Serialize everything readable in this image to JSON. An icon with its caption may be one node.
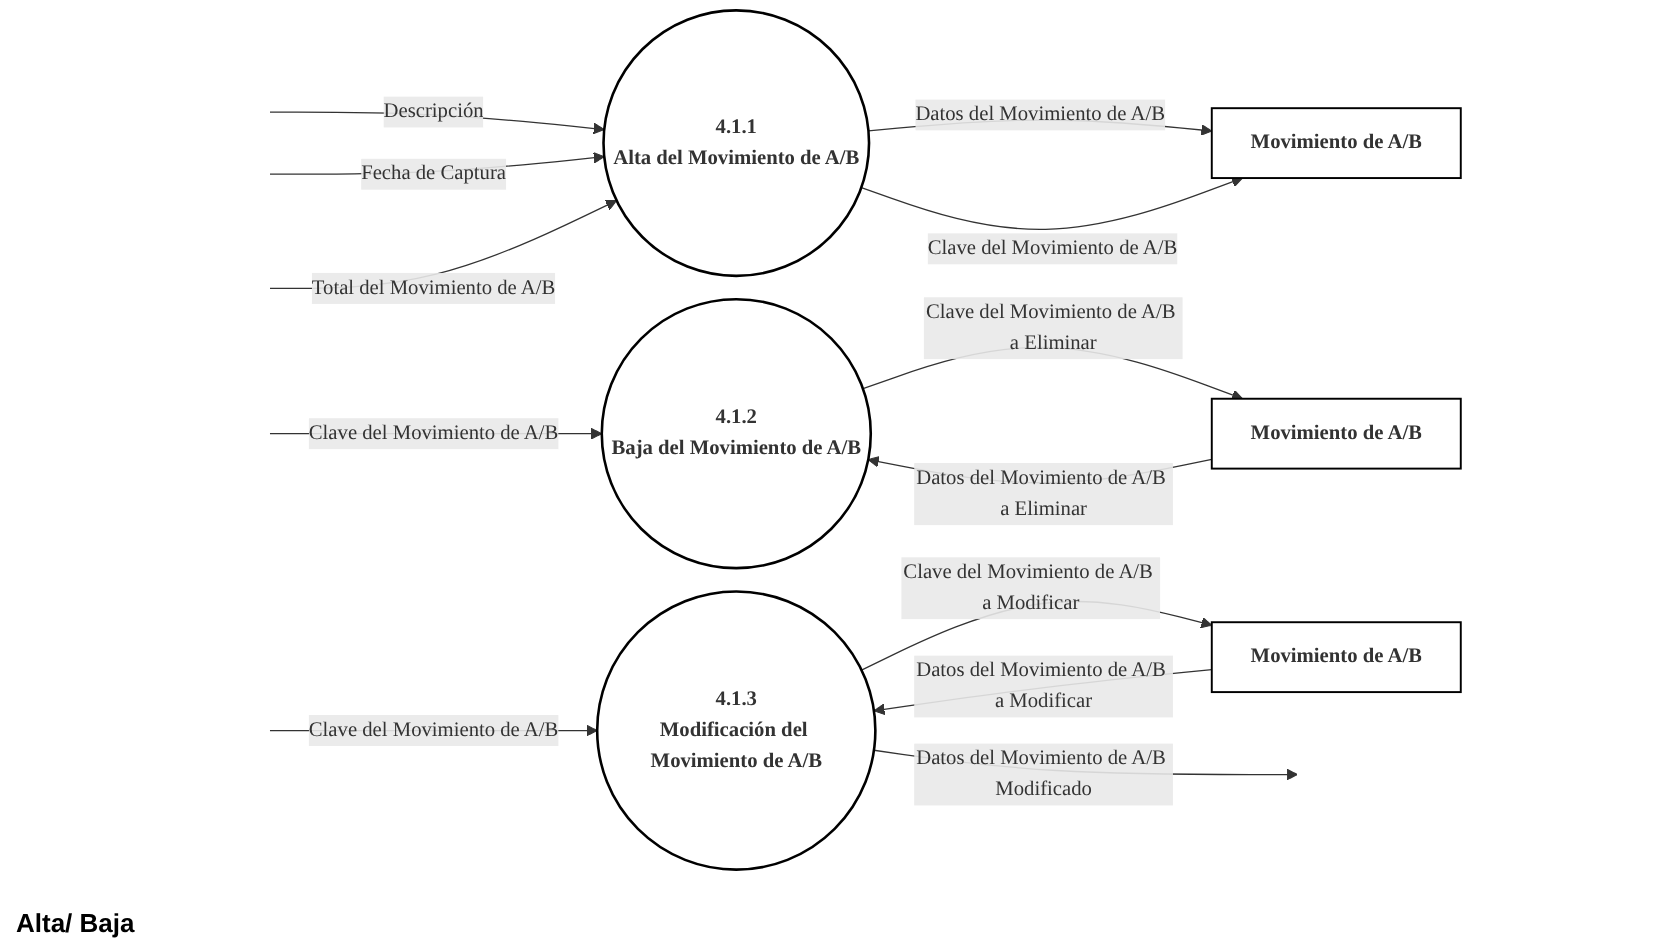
{
  "diagram": {
    "nodes": [
      {
        "text": [
          "4.1.1",
          "Alta del Movimiento de A/B"
        ]
      },
      {
        "text": [
          "Movimiento de A/B"
        ]
      },
      {
        "text": [
          "4.1.2",
          "Baja del Movimiento de A/B"
        ]
      },
      {
        "text": [
          "Movimiento de A/B"
        ]
      },
      {
        "text": [
          "4.1.3",
          "Modificación del Movimiento de A/B"
        ]
      },
      {
        "text": [
          "Movimiento de A/B"
        ]
      }
    ],
    "edges": [
      {
        "from": null,
        "to": 0,
        "arrow": "to",
        "label": "Descripción"
      },
      {
        "from": null,
        "to": 0,
        "arrow": "to",
        "label": "Fecha de Captura"
      },
      {
        "from": null,
        "to": 0,
        "arrow": "to",
        "label": "Total del Movimiento de A/B"
      },
      {
        "from": 0,
        "to": 1,
        "arrow": "to",
        "label": "Datos del Movimiento de A/B"
      },
      {
        "from": 0,
        "to": 1,
        "arrow": "to",
        "label": "Clave del Movimiento de A/B"
      },
      {
        "from": null,
        "to": 2,
        "arrow": "to",
        "label": "Clave del Movimiento de A/B"
      },
      {
        "from": 3,
        "to": 2,
        "arrow": "to",
        "label": "Datos del Movimiento de A/B a Eliminar"
      },
      {
        "from": 2,
        "to": 3,
        "arrow": "to",
        "label": "Clave del Movimiento de A/B a Eliminar"
      },
      {
        "from": null,
        "to": 4,
        "arrow": "to",
        "label": "Clave del Movimiento de A/B"
      },
      {
        "from": 5,
        "to": 4,
        "arrow": "to",
        "label": "Datos del Movimiento de A/B a Modificar"
      },
      {
        "from": 4,
        "to": 5,
        "arrow": "to",
        "label": "Clave del Movimiento de A/B a Modificar"
      },
      {
        "from": 4,
        "to": null,
        "arrow": "to",
        "label": "Datos del Movimiento de A/B Modificado"
      }
    ],
    "labels": [
      "Alta/ Baja"
    ]
  }
}
